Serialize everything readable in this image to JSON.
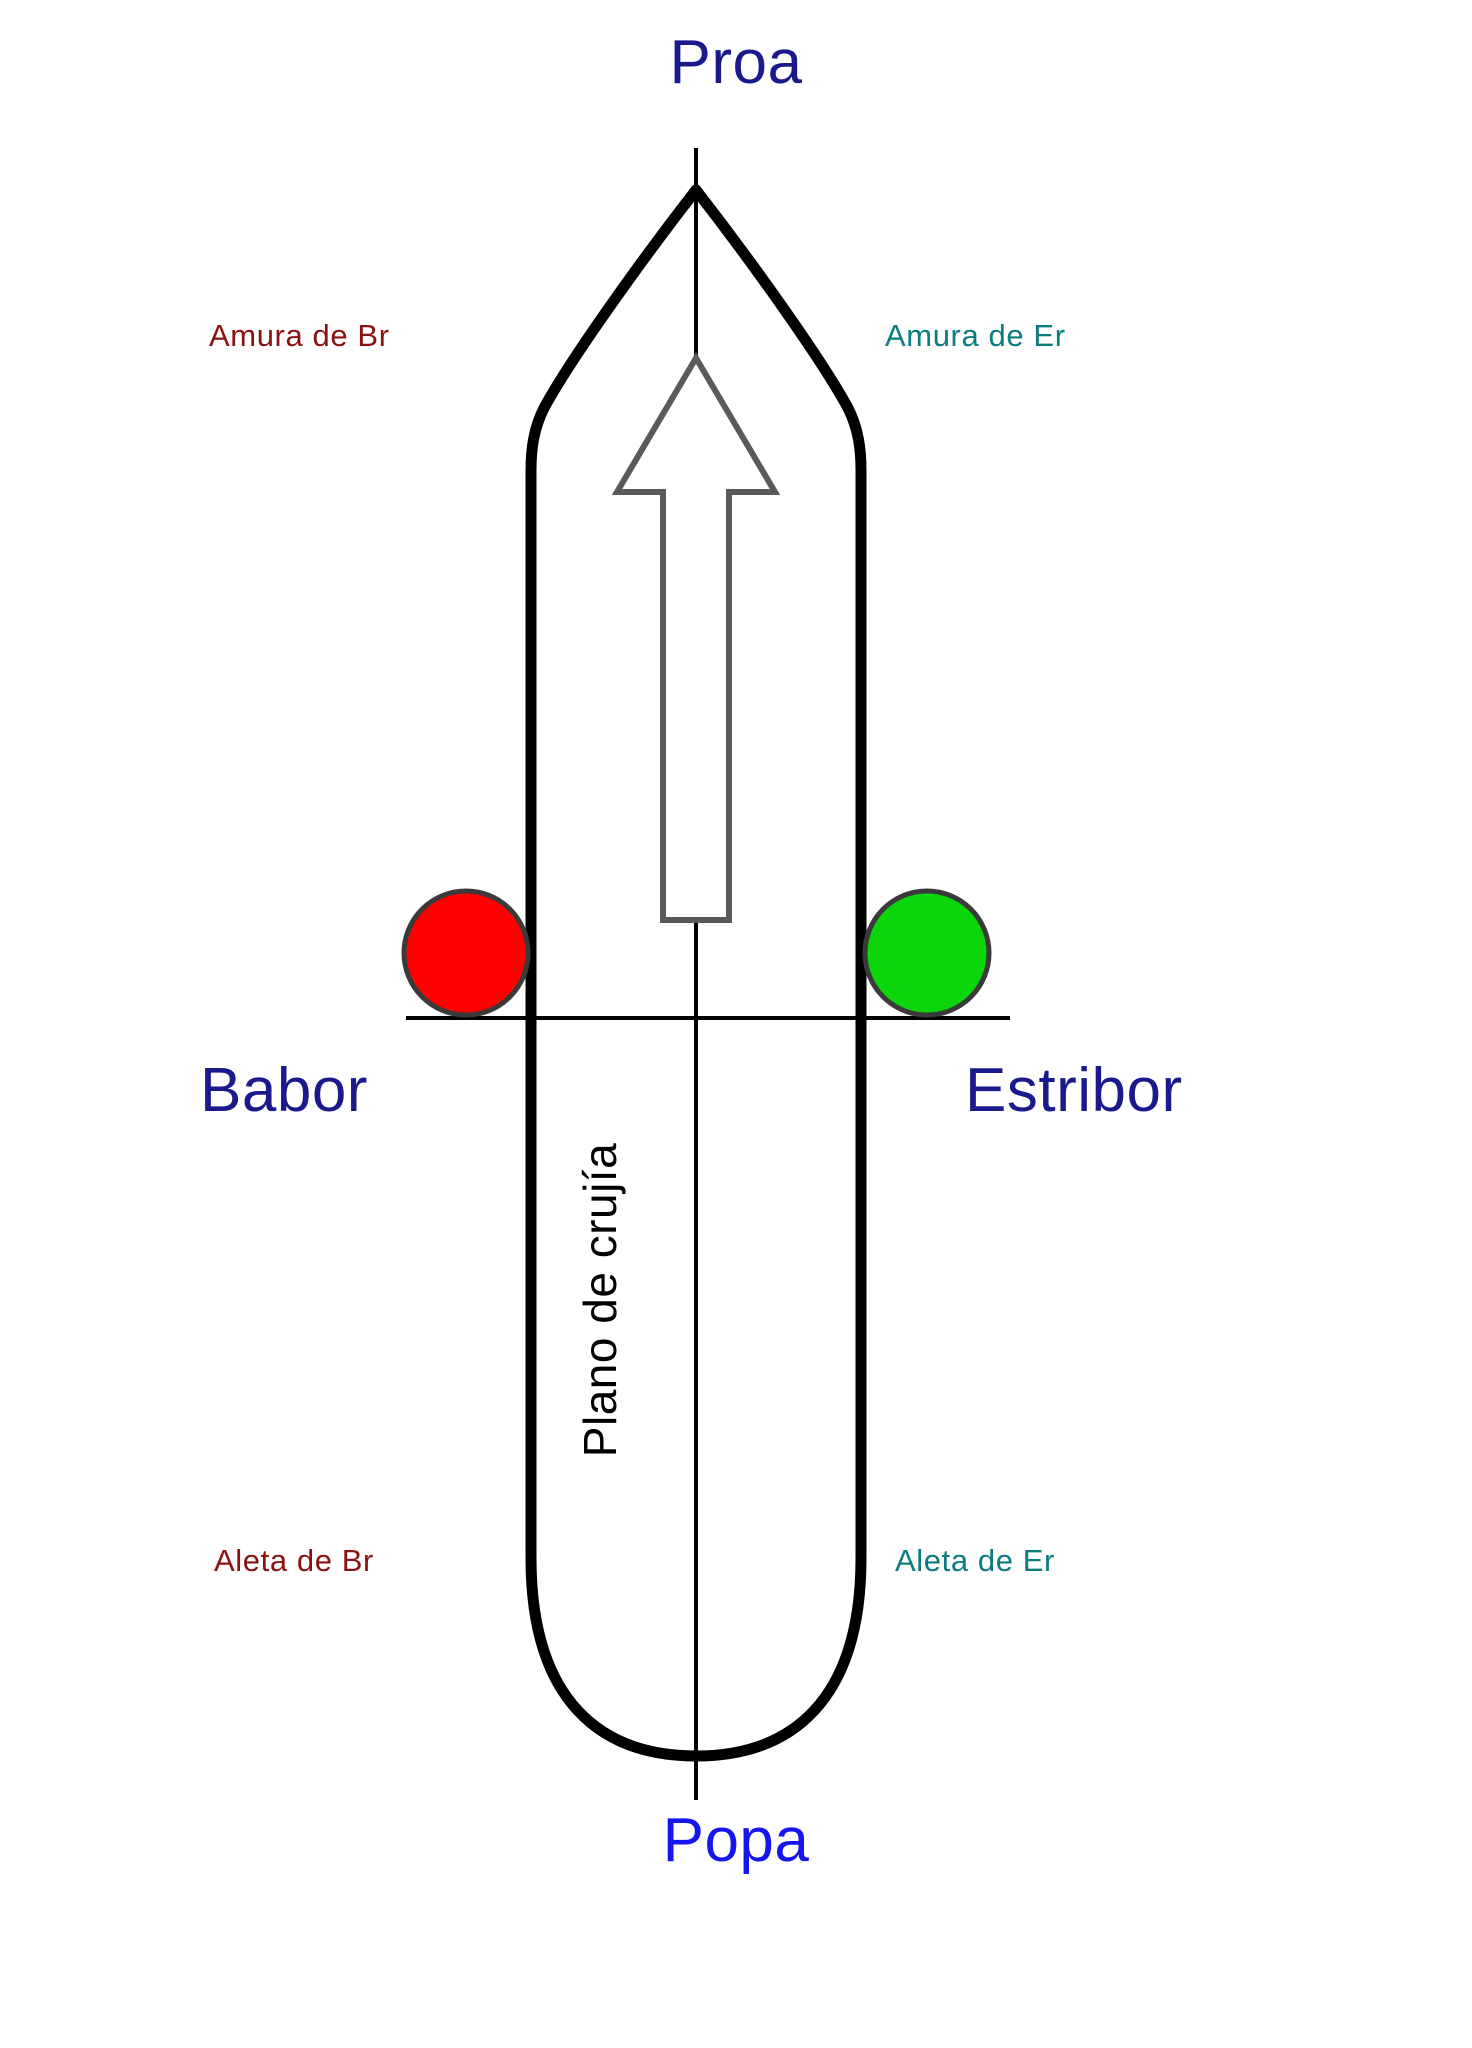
{
  "diagram": {
    "title_text": "Proa",
    "labels": {
      "bow": "Proa",
      "stern": "Popa",
      "port": "Babor",
      "starboard": "Estribor",
      "bow_port_quarter": "Amura de Br",
      "bow_starboard_quarter": "Amura de Er",
      "stern_port_quarter": "Aleta de Br",
      "stern_starboard_quarter": "Aleta de Er",
      "centerline": "Plano de crujía"
    },
    "colors": {
      "bow_label": "#1a1a8c",
      "stern_label": "#1515ee",
      "port_label": "#1a1a8c",
      "starboard_label": "#1a1a8c",
      "port_side_text": "#8b1212",
      "starboard_side_text": "#0b7d80",
      "centerline_text": "#000000",
      "port_light": "#ff0000",
      "starboard_light": "#0bd60b",
      "hull_outline": "#000000",
      "arrow_outline": "#555555",
      "axis_line": "#000000",
      "background": "#ffffff"
    },
    "markers": {
      "port_light_name": "port-navigation-light-red",
      "starboard_light_name": "starboard-navigation-light-green"
    },
    "shapes": {
      "hull_name": "ship-hull-outline",
      "heading_arrow_name": "heading-arrow",
      "centerline_name": "centerline-axis",
      "beam_line_name": "beam-axis"
    }
  }
}
